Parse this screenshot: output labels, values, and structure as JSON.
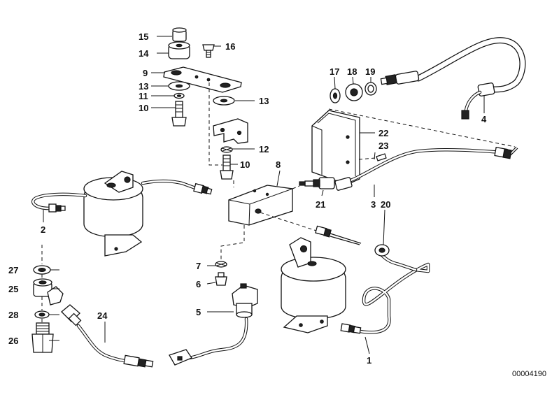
{
  "diagram": {
    "ref_number": "00004190",
    "callouts": {
      "c1": "1",
      "c2": "2",
      "c3": "3",
      "c4": "4",
      "c5": "5",
      "c6": "6",
      "c7": "7",
      "c8": "8",
      "c9": "9",
      "c10a": "10",
      "c10b": "10",
      "c11": "11",
      "c12": "12",
      "c13a": "13",
      "c13b": "13",
      "c14": "14",
      "c15": "15",
      "c16": "16",
      "c17": "17",
      "c18": "18",
      "c19": "19",
      "c20": "20",
      "c21": "21",
      "c22": "22",
      "c23": "23",
      "c24": "24",
      "c25": "25",
      "c26": "26",
      "c27": "27",
      "c28": "28"
    }
  }
}
